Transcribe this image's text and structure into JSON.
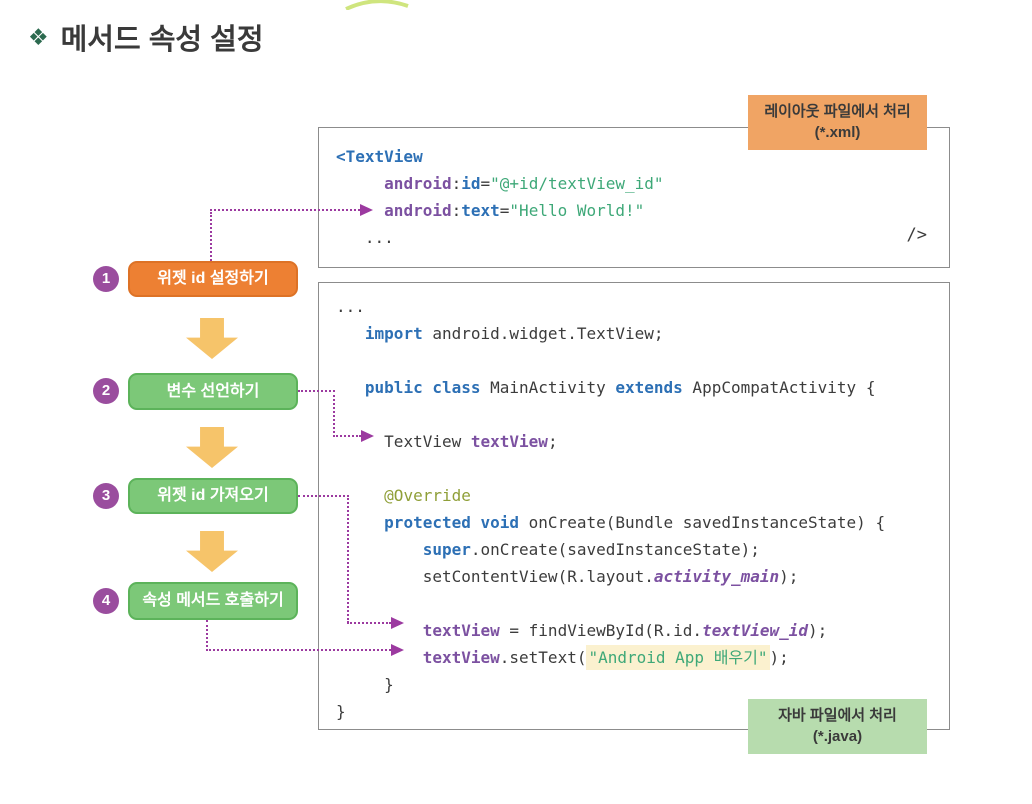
{
  "title": {
    "icon": "❖",
    "text": "메서드 속성 설정"
  },
  "labels": {
    "xml": {
      "line1": "레이아웃 파일에서 처리",
      "line2": "(*.xml)"
    },
    "java": {
      "line1": "자바 파일에서 처리",
      "line2": "(*.java)"
    }
  },
  "steps": [
    {
      "num": "1",
      "label": "위젯 id 설정하기"
    },
    {
      "num": "2",
      "label": "변수 선언하기"
    },
    {
      "num": "3",
      "label": "위젯 id 가져오기"
    },
    {
      "num": "4",
      "label": "속성 메서드 호출하기"
    }
  ],
  "xml_code": {
    "close_tag": "/>",
    "lines": [
      [
        {
          "t": "<TextView",
          "c": "b"
        }
      ],
      [
        {
          "t": "     ",
          "c": ""
        },
        {
          "t": "android",
          "c": "p"
        },
        {
          "t": ":",
          "c": ""
        },
        {
          "t": "id",
          "c": "b"
        },
        {
          "t": "=",
          "c": ""
        },
        {
          "t": "\"@+id/textView_id\"",
          "c": "g"
        }
      ],
      [
        {
          "t": "     ",
          "c": ""
        },
        {
          "t": "android",
          "c": "p"
        },
        {
          "t": ":",
          "c": ""
        },
        {
          "t": "text",
          "c": "b"
        },
        {
          "t": "=",
          "c": ""
        },
        {
          "t": "\"Hello World!\"",
          "c": "g"
        }
      ],
      [
        {
          "t": "   ...",
          "c": ""
        }
      ]
    ]
  },
  "java_code": {
    "lines": [
      [
        {
          "t": "...",
          "c": ""
        }
      ],
      [
        {
          "t": "   ",
          "c": ""
        },
        {
          "t": "import",
          "c": "b"
        },
        {
          "t": " android.widget.TextView;",
          "c": ""
        }
      ],
      [],
      [
        {
          "t": "   ",
          "c": ""
        },
        {
          "t": "public class",
          "c": "b"
        },
        {
          "t": " MainActivity ",
          "c": ""
        },
        {
          "t": "extends",
          "c": "b"
        },
        {
          "t": " AppCompatActivity {",
          "c": ""
        }
      ],
      [],
      [
        {
          "t": "     ",
          "c": ""
        },
        {
          "t": "TextView ",
          "c": ""
        },
        {
          "t": "textView",
          "c": "p"
        },
        {
          "t": ";",
          "c": ""
        }
      ],
      [],
      [
        {
          "t": "     ",
          "c": ""
        },
        {
          "t": "@Override",
          "c": "o"
        }
      ],
      [
        {
          "t": "     ",
          "c": ""
        },
        {
          "t": "protected void",
          "c": "b"
        },
        {
          "t": " onCreate(Bundle savedInstanceState) {",
          "c": ""
        }
      ],
      [
        {
          "t": "         ",
          "c": ""
        },
        {
          "t": "super",
          "c": "b"
        },
        {
          "t": ".onCreate(savedInstanceState);",
          "c": ""
        }
      ],
      [
        {
          "t": "         ",
          "c": ""
        },
        {
          "t": "setContentView(R.layout.",
          "c": ""
        },
        {
          "t": "activity_main",
          "c": "pi"
        },
        {
          "t": ");",
          "c": ""
        }
      ],
      [],
      [
        {
          "t": "         ",
          "c": ""
        },
        {
          "t": "textView",
          "c": "p"
        },
        {
          "t": " = findViewById(R.id.",
          "c": ""
        },
        {
          "t": "textView_id",
          "c": "pi"
        },
        {
          "t": ");",
          "c": ""
        }
      ],
      [
        {
          "t": "         ",
          "c": ""
        },
        {
          "t": "textView",
          "c": "p"
        },
        {
          "t": ".setText(",
          "c": ""
        },
        {
          "t": "\"Android App 배우기\"",
          "c": "gh"
        },
        {
          "t": ");",
          "c": ""
        }
      ],
      [
        {
          "t": "     }",
          "c": ""
        }
      ],
      [
        {
          "t": "}",
          "c": ""
        }
      ]
    ]
  },
  "colors": {
    "step_orange": "#ed8033",
    "step_green": "#7cc878",
    "arrow_yellow": "#f6c46a",
    "circle_purple": "#9a4d9e",
    "connector_purple": "#9c3aa0",
    "label_xml_bg": "#f0a464",
    "label_java_bg": "#b7dcae",
    "code_keyword_blue": "#2d70b5",
    "code_identifier_purple": "#7c51a1",
    "code_string_green": "#3ea878",
    "code_annotation_olive": "#8f9f38",
    "string_highlight_bg": "#fbf1cf",
    "title_diamond_green": "#2c6a4f"
  }
}
